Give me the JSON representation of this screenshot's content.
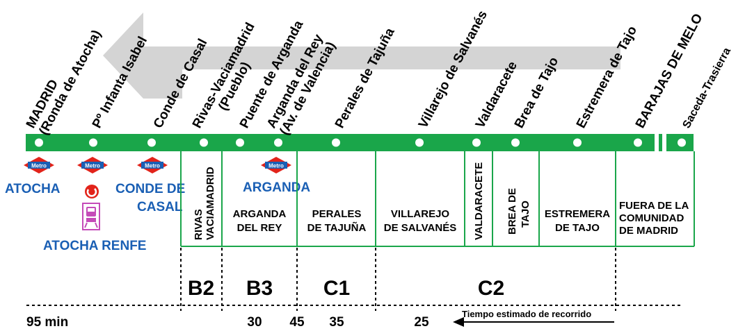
{
  "colors": {
    "line": "#1aa64a",
    "arrow": "#d4d4d4",
    "metro_red": "#e2231a",
    "metro_blue": "#1a5fb4",
    "renfe": "#c44ab8",
    "text": "#000000"
  },
  "stops": [
    {
      "id": "madrid",
      "lines": [
        "MADRID",
        "(Ronda de Atocha)"
      ]
    },
    {
      "id": "infanta-isabel",
      "lines": [
        "Pº Infanta Isabel"
      ]
    },
    {
      "id": "conde-de-casal",
      "lines": [
        "Conde de Casal"
      ]
    },
    {
      "id": "rivas",
      "lines": [
        "Rivas-Vaciamadrid",
        "(Pueblo)"
      ]
    },
    {
      "id": "puente-arganda",
      "lines": [
        "Puente de Arganda"
      ]
    },
    {
      "id": "arganda-del-rey",
      "lines": [
        "Arganda del Rey",
        "(Av. de Valencia)"
      ]
    },
    {
      "id": "perales",
      "lines": [
        "Perales de Tajuña"
      ]
    },
    {
      "id": "villarejo",
      "lines": [
        "Villarejo de Salvanés"
      ]
    },
    {
      "id": "valdaracete",
      "lines": [
        "Valdaracete"
      ]
    },
    {
      "id": "brea",
      "lines": [
        "Brea de Tajo"
      ]
    },
    {
      "id": "estremera",
      "lines": [
        "Estremera de Tajo"
      ]
    },
    {
      "id": "barajas",
      "lines": [
        "BARAJAS DE MELO"
      ]
    },
    {
      "id": "saceda",
      "lines": [
        "Saceda-Trasierra"
      ]
    }
  ],
  "metro": {
    "badge_text": "Metro",
    "labels": {
      "atocha": "ATOCHA",
      "conde_de_casal": [
        "CONDE DE",
        "CASAL"
      ],
      "arganda": "ARGANDA",
      "atocha_renfe": "ATOCHA RENFE"
    }
  },
  "zones": [
    {
      "id": "rivas",
      "name": [
        "RIVAS",
        "VACIAMADRID"
      ],
      "vertical": true
    },
    {
      "id": "arganda",
      "name": [
        "ARGANDA",
        "DEL REY"
      ]
    },
    {
      "id": "perales",
      "name": [
        "PERALES",
        "DE TAJUÑA"
      ]
    },
    {
      "id": "villarejo",
      "name": [
        "VILLAREJO",
        "DE SALVANÉS"
      ]
    },
    {
      "id": "valdaracete",
      "name": [
        "VALDARACETE"
      ],
      "vertical": true
    },
    {
      "id": "brea",
      "name": [
        "BREA DE",
        "TAJO"
      ],
      "vertical": true
    },
    {
      "id": "estremera",
      "name": [
        "ESTREMERA",
        "DE TAJO"
      ]
    },
    {
      "id": "fuera",
      "name": [
        "FUERA DE LA",
        "COMUNIDAD",
        "DE MADRID"
      ]
    }
  ],
  "fare_zones": [
    "B2",
    "B3",
    "C1",
    "C2"
  ],
  "travel_times": {
    "legend": "Tiempo estimado de recorrido",
    "values": [
      "95 min",
      "30",
      "45",
      "35",
      "25"
    ]
  }
}
